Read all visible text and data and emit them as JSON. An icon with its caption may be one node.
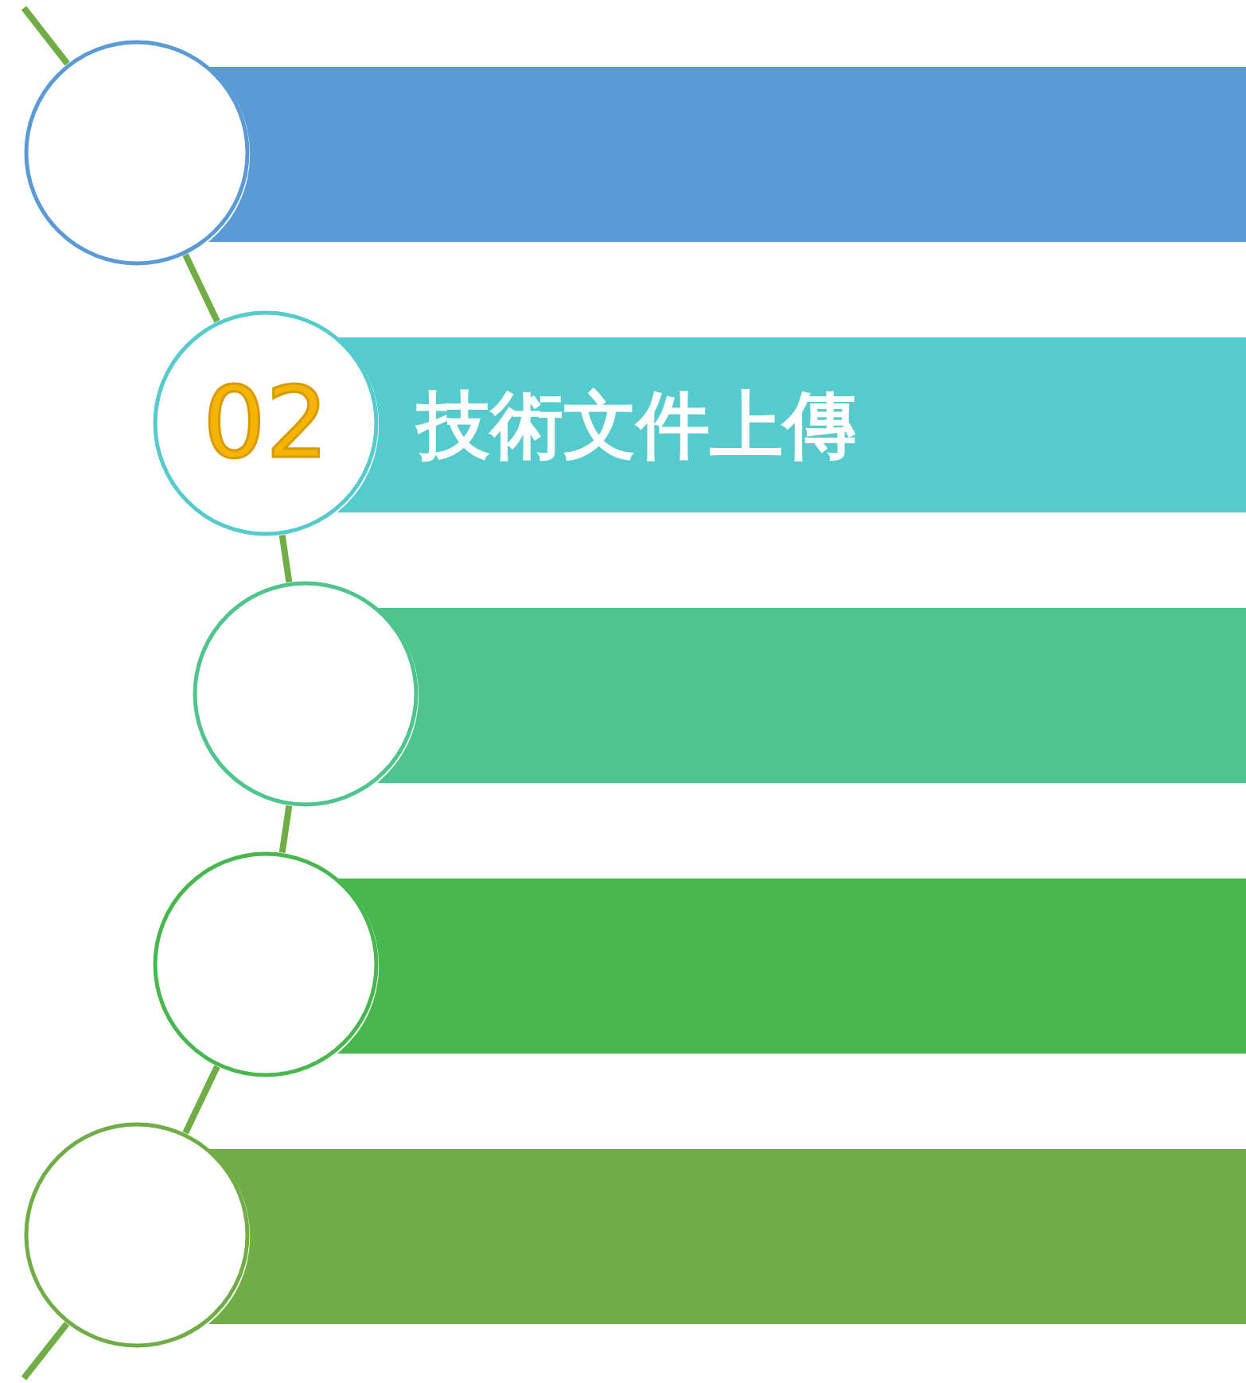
{
  "diagram": {
    "nodes": [
      {
        "text": [],
        "shape": "bar"
      },
      {
        "text": [],
        "shape": "circle"
      },
      {
        "text": [
          "技術文件上傳"
        ]
      },
      {
        "text": [
          "02"
        ]
      },
      {
        "text": [],
        "shape": "bar"
      },
      {
        "text": [],
        "shape": "circle"
      },
      {
        "text": [],
        "shape": "bar"
      },
      {
        "text": [],
        "shape": "circle"
      },
      {
        "text": [],
        "shape": "bar"
      },
      {
        "text": [],
        "shape": "circle"
      }
    ],
    "edges": [
      {
        "from": null,
        "to": 1,
        "arrow": "none"
      },
      {
        "from": 1,
        "to": 3,
        "arrow": "none"
      },
      {
        "from": 3,
        "to": 5,
        "arrow": "none"
      },
      {
        "from": 5,
        "to": 7,
        "arrow": "none"
      },
      {
        "from": 7,
        "to": 9,
        "arrow": "none"
      },
      {
        "from": 9,
        "to": null,
        "arrow": "none"
      }
    ]
  }
}
